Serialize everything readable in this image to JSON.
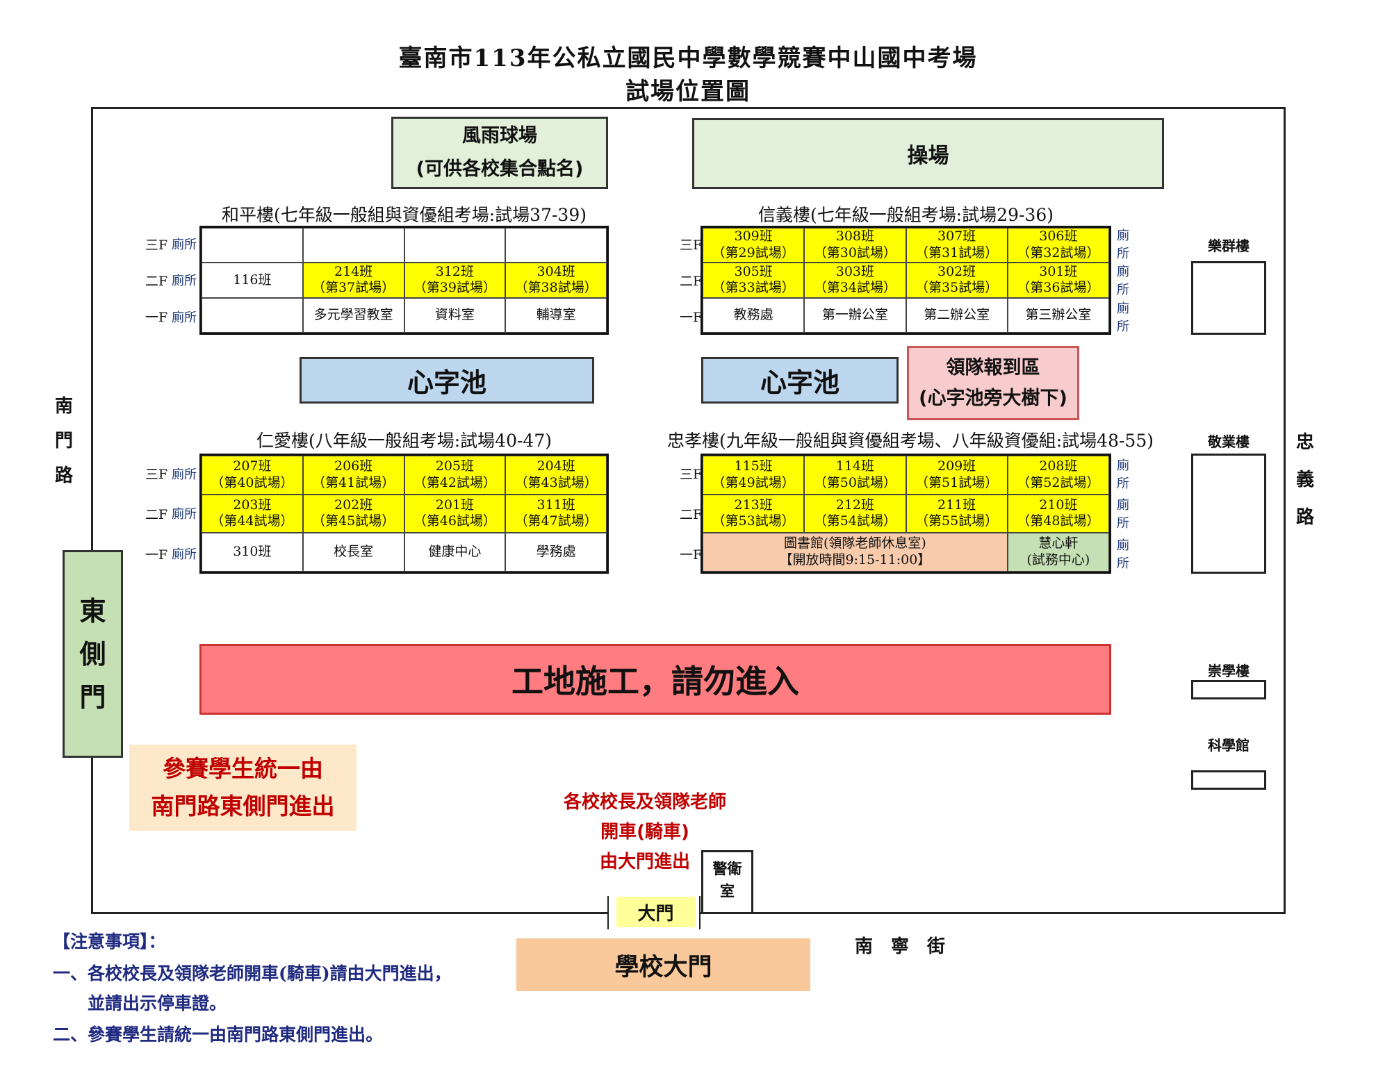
{
  "title": {
    "line1": "臺南市113年公私立國民中學數學競賽中山國中考場",
    "line2": "試場位置圖"
  },
  "areas": {
    "gym": {
      "name": "風雨球場",
      "note": "(可供各校集合點名)"
    },
    "field": "操場",
    "pond_left": "心字池",
    "pond_right": "心字池",
    "leader_checkin": {
      "name": "領隊報到區",
      "note": "(心字池旁大樹下)"
    },
    "construction": "工地施工，請勿進入",
    "student_notice": [
      "參賽學生統一由",
      "南門路東側門進出"
    ],
    "driver_notice": [
      "各校校長及領隊老師",
      "開車(騎車)",
      "由大門進出"
    ],
    "guard_room": [
      "警衛",
      "室"
    ],
    "gate": "大門",
    "school_gate": "學校大門",
    "east_gate": [
      "東",
      "側",
      "門"
    ]
  },
  "roads": {
    "nanmen": [
      "南",
      "門",
      "路"
    ],
    "zhongyi": [
      "忠",
      "義",
      "路"
    ],
    "nanning": "南　寧　街"
  },
  "other_buildings": {
    "lequn": "樂群樓",
    "jingye": "敬業樓",
    "chongxue": "崇學樓",
    "science": "科學館"
  },
  "colors": {
    "exam": "#ffff00",
    "library": "#f8cbad",
    "center": "#c5e0b4",
    "construction": "#ff7c80"
  },
  "buildings": [
    {
      "id": "heping",
      "title": "和平樓(七年級一般組與資優組考場:試場37-39)",
      "restroom_side": "left",
      "floors": [
        {
          "label": "三F",
          "restroom": "廁所",
          "cells": [
            {
              "t": ""
            },
            {
              "t": ""
            },
            {
              "t": ""
            },
            {
              "t": ""
            }
          ]
        },
        {
          "label": "二F",
          "restroom": "廁所",
          "cells": [
            {
              "t": "116班"
            },
            {
              "t": "214班",
              "s": "（第37試場）",
              "c": "exam"
            },
            {
              "t": "312班",
              "s": "（第39試場）",
              "c": "exam"
            },
            {
              "t": "304班",
              "s": "（第38試場）",
              "c": "exam"
            }
          ]
        },
        {
          "label": "一F",
          "restroom": "廁所",
          "cells": [
            {
              "t": ""
            },
            {
              "t": "多元學習教室"
            },
            {
              "t": "資料室"
            },
            {
              "t": "輔導室"
            }
          ]
        }
      ]
    },
    {
      "id": "xinyi",
      "title": "信義樓(七年級一般組考場:試場29-36)",
      "restroom_side": "right",
      "floors": [
        {
          "label": "三F",
          "restroom": "廁所",
          "cells": [
            {
              "t": "309班",
              "s": "（第29試場）",
              "c": "exam"
            },
            {
              "t": "308班",
              "s": "（第30試場）",
              "c": "exam"
            },
            {
              "t": "307班",
              "s": "（第31試場）",
              "c": "exam"
            },
            {
              "t": "306班",
              "s": "（第32試場）",
              "c": "exam"
            }
          ]
        },
        {
          "label": "二F",
          "restroom": "廁所",
          "cells": [
            {
              "t": "305班",
              "s": "（第33試場）",
              "c": "exam"
            },
            {
              "t": "303班",
              "s": "（第34試場）",
              "c": "exam"
            },
            {
              "t": "302班",
              "s": "（第35試場）",
              "c": "exam"
            },
            {
              "t": "301班",
              "s": "（第36試場）",
              "c": "exam"
            }
          ]
        },
        {
          "label": "一F",
          "restroom": "廁所",
          "cells": [
            {
              "t": "教務處"
            },
            {
              "t": "第一辦公室"
            },
            {
              "t": "第二辦公室"
            },
            {
              "t": "第三辦公室"
            }
          ]
        }
      ]
    },
    {
      "id": "renai",
      "title": "仁愛樓(八年級一般組考場:試場40-47)",
      "restroom_side": "left",
      "floors": [
        {
          "label": "三F",
          "restroom": "廁所",
          "cells": [
            {
              "t": "207班",
              "s": "（第40試場）",
              "c": "exam"
            },
            {
              "t": "206班",
              "s": "（第41試場）",
              "c": "exam"
            },
            {
              "t": "205班",
              "s": "（第42試場）",
              "c": "exam"
            },
            {
              "t": "204班",
              "s": "（第43試場）",
              "c": "exam"
            }
          ]
        },
        {
          "label": "二F",
          "restroom": "廁所",
          "cells": [
            {
              "t": "203班",
              "s": "（第44試場）",
              "c": "exam"
            },
            {
              "t": "202班",
              "s": "（第45試場）",
              "c": "exam"
            },
            {
              "t": "201班",
              "s": "（第46試場）",
              "c": "exam"
            },
            {
              "t": "311班",
              "s": "（第47試場）",
              "c": "exam"
            }
          ]
        },
        {
          "label": "一F",
          "restroom": "廁所",
          "cells": [
            {
              "t": "310班"
            },
            {
              "t": "校長室"
            },
            {
              "t": "健康中心"
            },
            {
              "t": "學務處"
            }
          ]
        }
      ]
    },
    {
      "id": "zhongxiao",
      "title": "忠孝樓(九年級一般組與資優組考場、八年級資優組:試場48-55)",
      "restroom_side": "right",
      "floors": [
        {
          "label": "三F",
          "restroom": "廁所",
          "cells": [
            {
              "t": "115班",
              "s": "（第49試場）",
              "c": "exam"
            },
            {
              "t": "114班",
              "s": "（第50試場）",
              "c": "exam"
            },
            {
              "t": "209班",
              "s": "（第51試場）",
              "c": "exam"
            },
            {
              "t": "208班",
              "s": "（第52試場）",
              "c": "exam"
            }
          ]
        },
        {
          "label": "二F",
          "restroom": "廁所",
          "cells": [
            {
              "t": "213班",
              "s": "（第53試場）",
              "c": "exam"
            },
            {
              "t": "212班",
              "s": "（第54試場）",
              "c": "exam"
            },
            {
              "t": "211班",
              "s": "（第55試場）",
              "c": "exam"
            },
            {
              "t": "210班",
              "s": "（第48試場）",
              "c": "exam"
            }
          ]
        },
        {
          "label": "一F",
          "restroom": "廁所",
          "cells": [
            {
              "t": "圖書館(領隊老師休息室)",
              "s": "【開放時間9:15-11:00】",
              "c": "library",
              "span": 3
            },
            {
              "t": "慧心軒",
              "s": "(試務中心)",
              "c": "center"
            }
          ]
        }
      ]
    }
  ],
  "notes": {
    "heading": "【注意事項】：",
    "items": [
      "一、各校校長及領隊老師開車(騎車)請由大門進出，",
      "　　並請出示停車證。",
      "二、參賽學生請統一由南門路東側門進出。"
    ]
  }
}
